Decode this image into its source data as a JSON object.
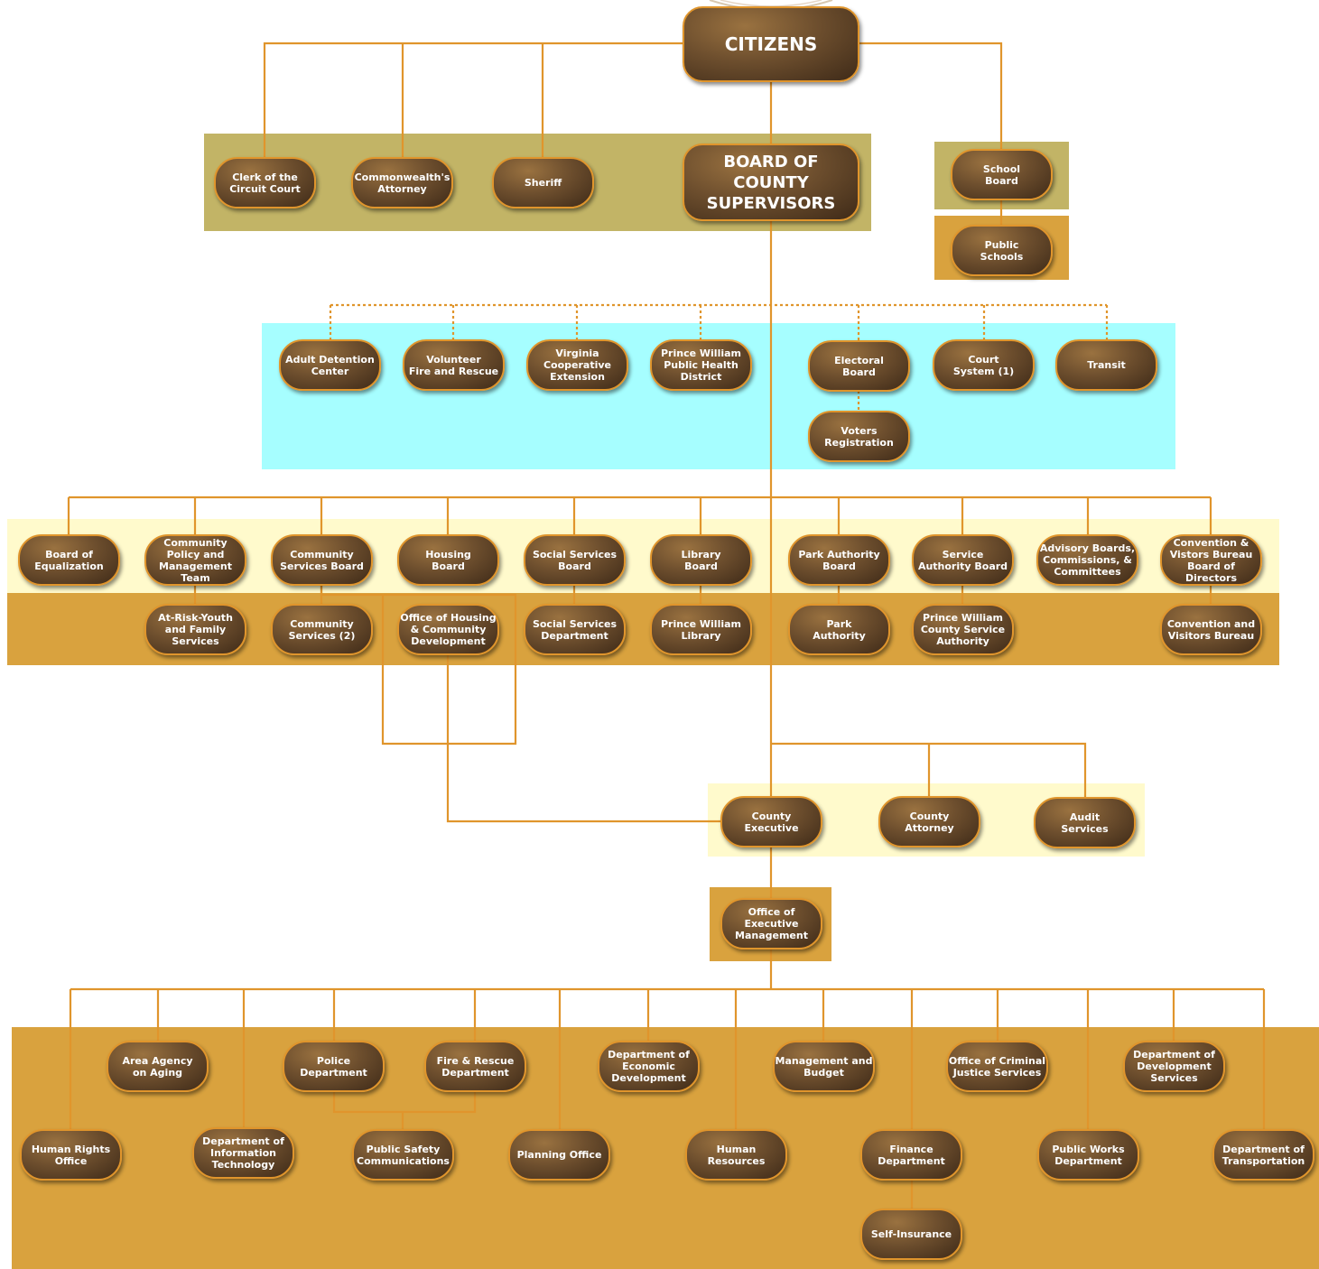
{
  "colors": {
    "line": "#e0952c",
    "band_olive": "#c2b466",
    "band_gold": "#d9a23e",
    "band_cyan": "#a6feff",
    "band_cream": "#fffacc"
  },
  "top": {
    "citizens": "CITIZENS",
    "board_of_supervisors": "BOARD OF\nCOUNTY\nSUPERVISORS",
    "clerk": "Clerk of the\nCircuit Court",
    "commonwealth_attorney": "Commonwealth's\nAttorney",
    "sheriff": "Sheriff",
    "school_board": "School\nBoard",
    "public_schools": "Public\nSchools"
  },
  "state_agencies": {
    "adult_detention": "Adult Detention\nCenter",
    "volunteer_fire": "Volunteer\nFire and Rescue",
    "va_coop": "Virginia\nCooperative\nExtension",
    "pw_health": "Prince William\nPublic Health\nDistrict",
    "electoral_board": "Electoral\nBoard",
    "court_system": "Court\nSystem (1)",
    "transit": "Transit",
    "voters_registration": "Voters\nRegistration"
  },
  "boards": {
    "equalization": "Board of\nEqualization",
    "cpmt": "Community\nPolicy and\nManagement\nTeam",
    "csb": "Community\nServices Board",
    "housing": "Housing\nBoard",
    "social_services": "Social Services\nBoard",
    "library": "Library\nBoard",
    "park_authority": "Park Authority\nBoard",
    "service_authority": "Service\nAuthority Board",
    "advisory": "Advisory Boards,\nCommissions, &\nCommittees",
    "convention_board": "Convention &\nVistors Bureau\nBoard of\nDirectors"
  },
  "board_departments": {
    "at_risk_youth": "At-Risk-Youth\nand Family\nServices",
    "community_services": "Community\nServices (2)",
    "office_housing": "Office of Housing\n& Community\nDevelopment",
    "social_services_dept": "Social Services\nDepartment",
    "pw_library": "Prince William\nLibrary",
    "park_auth": "Park\nAuthority",
    "pw_service_authority": "Prince William\nCounty Service\nAuthority",
    "convention_bureau": "Convention and\nVisitors Bureau"
  },
  "executive": {
    "county_executive": "County\nExecutive",
    "county_attorney": "County\nAttorney",
    "audit": "Audit\nServices",
    "oem": "Office of\nExecutive\nManagement"
  },
  "departments": {
    "aging": "Area Agency\non Aging",
    "police": "Police\nDepartment",
    "fire": "Fire & Rescue\nDepartment",
    "econ_dev": "Department of\nEconomic\nDevelopment",
    "mgmt_budget": "Management and\nBudget",
    "criminal_justice": "Office of Criminal\nJustice Services",
    "dev_services": "Department of\nDevelopment\nServices",
    "human_rights": "Human Rights\nOffice",
    "dit": "Department of\nInformation\nTechnology",
    "public_safety_comm": "Public Safety\nCommunications",
    "planning": "Planning Office",
    "human_resources": "Human\nResources",
    "finance": "Finance\nDepartment",
    "public_works": "Public Works\nDepartment",
    "transportation": "Department of\nTransportation",
    "self_insurance": "Self-Insurance"
  }
}
